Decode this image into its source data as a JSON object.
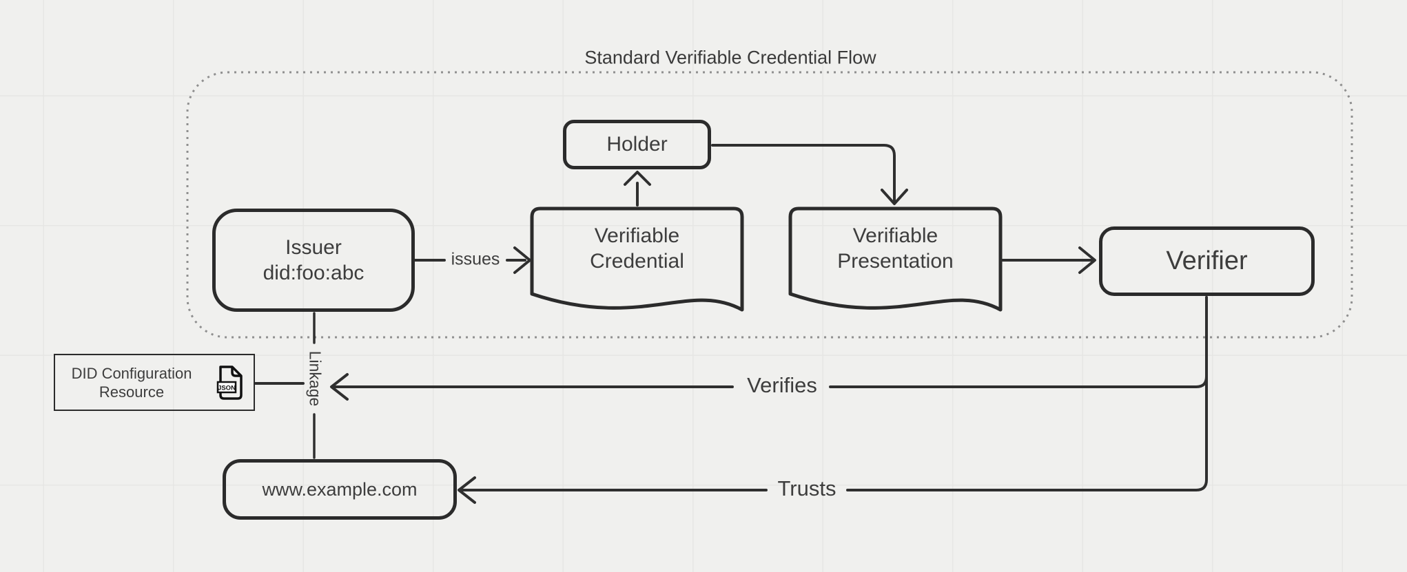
{
  "diagram": {
    "flow_container": {
      "title": "Standard Verifiable Credential Flow"
    },
    "nodes": {
      "holder": {
        "label": "Holder"
      },
      "issuer": {
        "line1": "Issuer",
        "line2": "did:foo:abc"
      },
      "verifiable_credential": {
        "line1": "Verifiable",
        "line2": "Credential"
      },
      "verifiable_presentation": {
        "line1": "Verifiable",
        "line2": "Presentation"
      },
      "verifier": {
        "label": "Verifier"
      },
      "did_configuration_resource": {
        "line1": "DID Configuration",
        "line2": "Resource",
        "icon": "json-file-icon",
        "icon_label": "JSON"
      },
      "website": {
        "label": "www.example.com"
      }
    },
    "edge_labels": {
      "issues": "issues",
      "linkage": "Linkage",
      "verifies": "Verifies",
      "trusts": "Trusts"
    },
    "colors": {
      "background": "#f0f0ee",
      "grid_line": "#e6e6e4",
      "shape_stroke": "#2b2b2b",
      "edge_stroke": "#2f2f2f",
      "text": "#3d3d3d",
      "container_border": "#8f8f8f"
    }
  }
}
